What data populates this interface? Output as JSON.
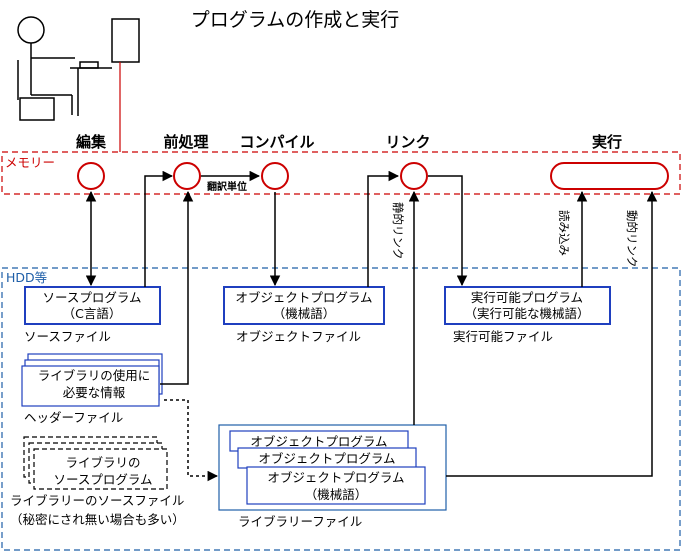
{
  "title": "プログラムの作成と実行",
  "stages": {
    "edit": "編集",
    "preprocess": "前処理",
    "compile": "コンパイル",
    "link": "リンク",
    "run": "実行"
  },
  "regions": {
    "memory": "メモリー",
    "hdd": "HDD等"
  },
  "arrows": {
    "translation_unit": "翻訳単位",
    "static_link": "静的リンク",
    "load": "読み込み",
    "dynamic_link": "動的リンク"
  },
  "files": {
    "source_line1": "ソースプログラム",
    "source_line2": "（C言語）",
    "source_caption": "ソースファイル",
    "header_line1": "ライブラリの使用に",
    "header_line2": "必要な情報",
    "header_caption": "ヘッダーファイル",
    "object_line1": "オブジェクトプログラム",
    "object_line2": "（機械語）",
    "object_caption": "オブジェクトファイル",
    "exe_line1": "実行可能プログラム",
    "exe_line2": "（実行可能な機械語）",
    "exe_caption": "実行可能ファイル",
    "libsrc_line1": "ライブラリの",
    "libsrc_line2": "ソースプログラム",
    "libsrc_caption1": "ライブラリーのソースファイル",
    "libsrc_caption2": "（秘密にされ無い場合も多い）",
    "lib_obj1": "オブジェクトプログラム",
    "lib_obj2": "オブジェクトプログラム",
    "lib_obj3_line1": "オブジェクトプログラム",
    "lib_obj3_line2": "（機械語）",
    "lib_caption": "ライブラリーファイル"
  },
  "colors": {
    "memory": "#cc0000",
    "hdd": "#1f5fa8",
    "box": "#1f3fbf"
  }
}
